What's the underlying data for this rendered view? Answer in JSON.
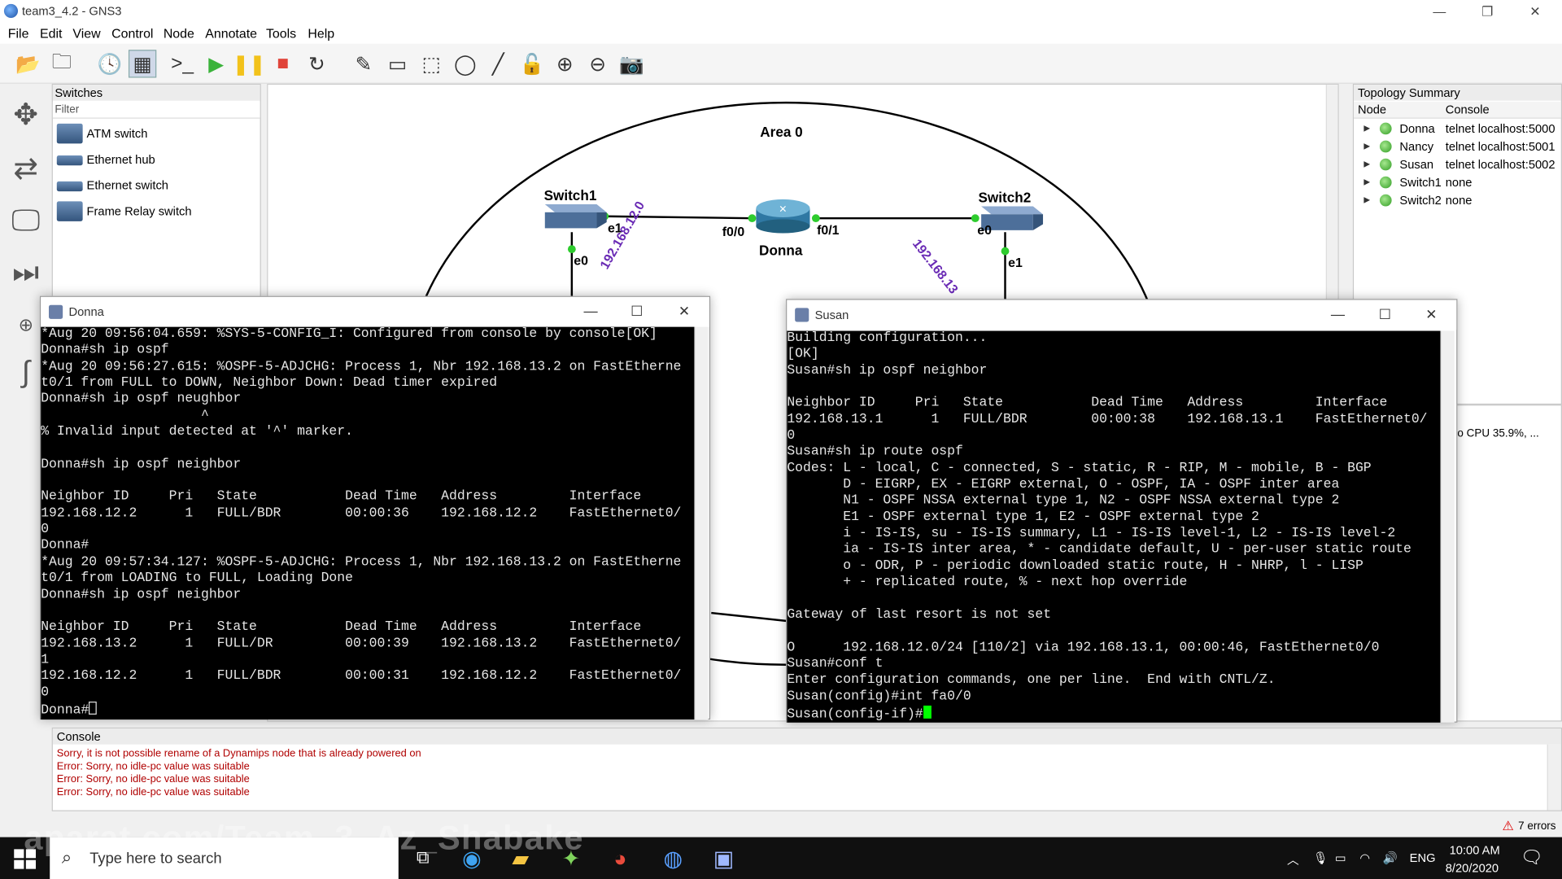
{
  "window": {
    "title": "team3_4.2 - GNS3",
    "controls": {
      "minimize": "—",
      "restore": "❐",
      "close": "✕"
    }
  },
  "menu": [
    "File",
    "Edit",
    "View",
    "Control",
    "Node",
    "Annotate",
    "Tools",
    "Help"
  ],
  "toolbar_icons": [
    "open-folder-icon",
    "folder-icon",
    "clock-icon",
    "snapshot-grid-icon",
    "console-icon",
    "start-icon",
    "pause-icon",
    "stop-icon",
    "reload-icon",
    "edit-note-icon",
    "insert-image-icon",
    "rectangle-icon",
    "ellipse-icon",
    "line-icon",
    "lock-icon",
    "zoom-in-icon",
    "zoom-out-icon",
    "screenshot-icon"
  ],
  "switches_panel": {
    "title": "Switches",
    "filter_placeholder": "Filter",
    "items": [
      "ATM switch",
      "Ethernet hub",
      "Ethernet switch",
      "Frame Relay switch"
    ]
  },
  "topology": {
    "area_label": "Area 0",
    "switch1": "Switch1",
    "switch2": "Switch2",
    "router": "Donna",
    "labels": {
      "sw1_e1": "e1",
      "sw1_e0": "e0",
      "r_f00": "f0/0",
      "r_f01": "f0/1",
      "sw2_e0": "e0",
      "sw2_e1": "e1",
      "net1": "192.168.12.0",
      "net2": "192.168.13"
    }
  },
  "topology_summary": {
    "title": "Topology Summary",
    "col_node": "Node",
    "col_console": "Console",
    "rows": [
      {
        "node": "Donna",
        "console": "telnet localhost:5000"
      },
      {
        "node": "Nancy",
        "console": "telnet localhost:5001"
      },
      {
        "node": "Susan",
        "console": "telnet localhost:5002"
      },
      {
        "node": "Switch1",
        "console": "none"
      },
      {
        "node": "Switch2",
        "console": "none"
      }
    ]
  },
  "server_summary": {
    "text": "o CPU 35.9%, ..."
  },
  "donna_term": {
    "title": "Donna",
    "lines": [
      "*Aug 20 09:56:04.659: %SYS-5-CONFIG_I: Configured from console by console[OK]",
      "Donna#sh ip ospf",
      "*Aug 20 09:56:27.615: %OSPF-5-ADJCHG: Process 1, Nbr 192.168.13.2 on FastEtherne",
      "t0/1 from FULL to DOWN, Neighbor Down: Dead timer expired",
      "Donna#sh ip ospf neughbor",
      "                    ^",
      "% Invalid input detected at '^' marker.",
      "",
      "Donna#sh ip ospf neighbor",
      "",
      "Neighbor ID     Pri   State           Dead Time   Address         Interface",
      "192.168.12.2      1   FULL/BDR        00:00:36    192.168.12.2    FastEthernet0/",
      "0",
      "Donna#",
      "*Aug 20 09:57:34.127: %OSPF-5-ADJCHG: Process 1, Nbr 192.168.13.2 on FastEtherne",
      "t0/1 from LOADING to FULL, Loading Done",
      "Donna#sh ip ospf neighbor",
      "",
      "Neighbor ID     Pri   State           Dead Time   Address         Interface",
      "192.168.13.2      1   FULL/DR         00:00:39    192.168.13.2    FastEthernet0/",
      "1",
      "192.168.12.2      1   FULL/BDR        00:00:31    192.168.12.2    FastEthernet0/",
      "0"
    ],
    "prompt": "Donna#"
  },
  "susan_term": {
    "title": "Susan",
    "lines": [
      "Building configuration...",
      "[OK]",
      "Susan#sh ip ospf neighbor",
      "",
      "Neighbor ID     Pri   State           Dead Time   Address         Interface",
      "192.168.13.1      1   FULL/BDR        00:00:38    192.168.13.1    FastEthernet0/",
      "0",
      "Susan#sh ip route ospf",
      "Codes: L - local, C - connected, S - static, R - RIP, M - mobile, B - BGP",
      "       D - EIGRP, EX - EIGRP external, O - OSPF, IA - OSPF inter area",
      "       N1 - OSPF NSSA external type 1, N2 - OSPF NSSA external type 2",
      "       E1 - OSPF external type 1, E2 - OSPF external type 2",
      "       i - IS-IS, su - IS-IS summary, L1 - IS-IS level-1, L2 - IS-IS level-2",
      "       ia - IS-IS inter area, * - candidate default, U - per-user static route",
      "       o - ODR, P - periodic downloaded static route, H - NHRP, l - LISP",
      "       + - replicated route, % - next hop override",
      "",
      "Gateway of last resort is not set",
      "",
      "O      192.168.12.0/24 [110/2] via 192.168.13.1, 00:00:46, FastEthernet0/0",
      "Susan#conf t",
      "Enter configuration commands, one per line.  End with CNTL/Z.",
      "Susan(config)#int fa0/0"
    ],
    "prompt": "Susan(config-if)#"
  },
  "console_panel": {
    "title": "Console",
    "lines": [
      "Sorry, it is not possible rename of a Dynamips node that is already powered on",
      "Error: Sorry, no idle-pc value was suitable",
      "Error: Sorry, no idle-pc value was suitable",
      "Error: Sorry, no idle-pc value was suitable"
    ]
  },
  "status": {
    "errors": "7 errors"
  },
  "taskbar": {
    "search_placeholder": "Type here to search",
    "lang": "ENG",
    "time": "10:00 AM",
    "date": "8/20/2020"
  },
  "watermark": "aparat.com/Team_3_Az_Shabake"
}
